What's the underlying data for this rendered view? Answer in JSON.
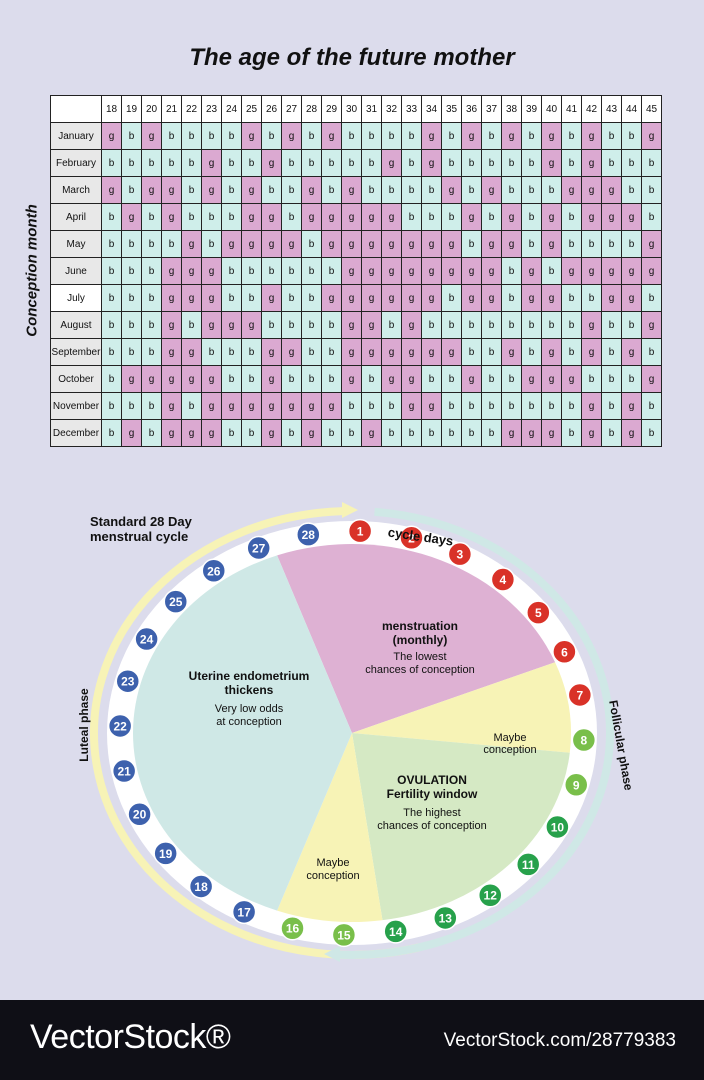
{
  "title": "The age of the future mother",
  "y_label": "Conception month",
  "ages": [
    18,
    19,
    20,
    21,
    22,
    23,
    24,
    25,
    26,
    27,
    28,
    29,
    30,
    31,
    32,
    33,
    34,
    35,
    36,
    37,
    38,
    39,
    40,
    41,
    42,
    43,
    44,
    45
  ],
  "highlight_month": "July",
  "months": [
    {
      "name": "January",
      "cells": "gbgbbbbgbgbgbbbbgbgbgbgbgbbg"
    },
    {
      "name": "February",
      "cells": "bbbbbgbbgbbbbbgbgbbbbbgbgbbb"
    },
    {
      "name": "March",
      "cells": "gbggbgbgbbgbgbbbbgbgbbbgggbb"
    },
    {
      "name": "April",
      "cells": "bgbgbbbggbgggggbbbgbgbgbgggb"
    },
    {
      "name": "May",
      "cells": "bbbbgbggggbgggggggbggbgbbbbg"
    },
    {
      "name": "June",
      "cells": "bbbgggbbbbbbggggggggbgbggggg"
    },
    {
      "name": "July",
      "cells": "bbbgggbbgbbggggggbggbggbbggb"
    },
    {
      "name": "August",
      "cells": "bbbgbgggbbbbggbgbbbbbbbbgbbg"
    },
    {
      "name": "September",
      "cells": "bbbggbbbggbbggggggbbgbgbgbgb"
    },
    {
      "name": "October",
      "cells": "bgggggbbgbbbgbggbbgbbgggbbbg"
    },
    {
      "name": "November",
      "cells": "bbbgbgggggggbbbggbbbbbbbgbgb"
    },
    {
      "name": "December",
      "cells": "bgbgggbbgbgbbgbbbbbbgggbgbgb"
    }
  ],
  "cycle": {
    "heading_line1": "Standard 28 Day",
    "heading_line2": "menstrual cycle",
    "cycle_days_label": "cycle days",
    "luteal_label": "Luteal phase",
    "follicular_label": "Follicular phase",
    "menstruation_title1": "menstruation",
    "menstruation_title2": "(monthly)",
    "menstruation_note1": "The lowest",
    "menstruation_note2": "chances of conception",
    "maybe_upper1": "Maybe",
    "maybe_upper2": "conception",
    "ovulation_title1": "OVULATION",
    "ovulation_title2": "Fertility window",
    "ovulation_note1": "The highest",
    "ovulation_note2": "chances of conception",
    "maybe_lower1": "Maybe",
    "maybe_lower2": "conception",
    "uterine_title1": "Uterine endometrium",
    "uterine_title2": "thickens",
    "uterine_note1": "Very low odds",
    "uterine_note2": "at conception",
    "days": [
      1,
      2,
      3,
      4,
      5,
      6,
      7,
      8,
      9,
      10,
      11,
      12,
      13,
      14,
      15,
      16,
      17,
      18,
      19,
      20,
      21,
      22,
      23,
      24,
      25,
      26,
      27,
      28
    ],
    "colors": {
      "menstruation_day": "#d93228",
      "maybe_day": "#79bf4a",
      "ovulation_day": "#27a14b",
      "luteal_day": "#3d61ad",
      "menstruation_sector": "#deb1d3",
      "maybe_sector": "#f7f3b6",
      "ovulation_sector": "#d5e9c4",
      "uterine_sector": "#cfe8e6"
    }
  },
  "footer": {
    "brand": "VectorStock®",
    "image_id": "VectorStock.com/28779383"
  }
}
